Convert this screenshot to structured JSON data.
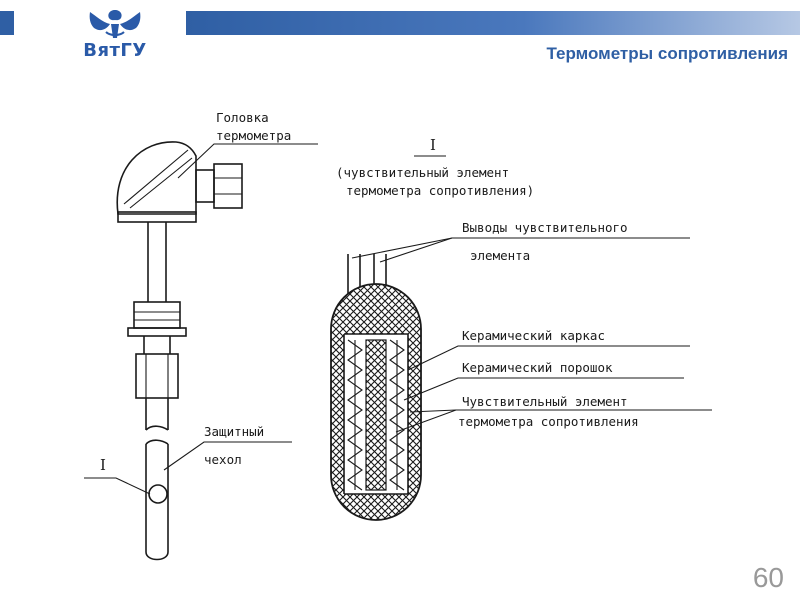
{
  "header": {
    "logo_text": "ВятГУ",
    "title": "Термометры сопротивления"
  },
  "page_number": "60",
  "diagram": {
    "label_head_line1": "Головка",
    "label_head_line2": "термометра",
    "label_sheath_line1": "Защитный",
    "label_sheath_line2": "чехол",
    "marker_left": "I",
    "marker_detail": "I",
    "detail_caption_line1": "(чувствительный элемент",
    "detail_caption_line2": "термометра сопротивления)",
    "label_leads_line1": "Выводы чувствительного",
    "label_leads_line2": "элемента",
    "label_frame": "Керамический каркас",
    "label_powder": "Керамический порошок",
    "label_element_line1": "Чувствительный элемент",
    "label_element_line2": "термометра сопротивления"
  }
}
